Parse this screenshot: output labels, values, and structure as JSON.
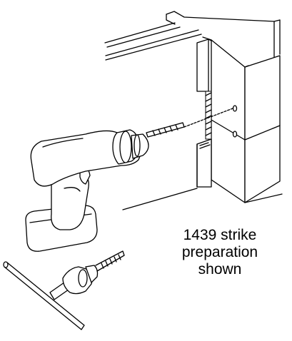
{
  "caption": {
    "line1": "1439 strike",
    "line2": "preparation",
    "line3": "shown"
  },
  "icons": {
    "door_frame": "door-frame-icon",
    "drill": "cordless-drill-icon",
    "drill_bit": "drill-bit-icon",
    "hand_tool": "t-handle-tap-wrench-icon"
  }
}
